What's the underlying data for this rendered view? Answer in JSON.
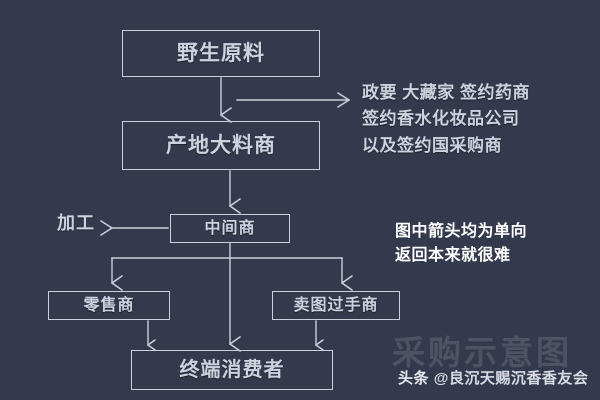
{
  "diagram": {
    "title": "采购示意图",
    "background_color": "#333a4d",
    "line_color": "#c9cfdc",
    "text_color": "#ccd2de",
    "highlight_text_color": "#ffffff",
    "nodes": {
      "wild_material": "野生原料",
      "origin_wholesaler": "产地大料商",
      "middleman": "中间商",
      "retailer": "零售商",
      "photo_flipper": "卖图过手商",
      "end_consumer": "终端消费者"
    },
    "labels": {
      "processing": "加工"
    },
    "buyers_note": {
      "line1": "政要 大藏家 签约药商",
      "line2": "签约香水化妆品公司",
      "line3": "以及签约国采购商"
    },
    "arrow_note": {
      "line1": "图中箭头均为单向",
      "line2": "返回本来就很难"
    },
    "watermark": {
      "main": "采购示意图",
      "platform": "头条",
      "handle": "@良沉天赐沉香香友会"
    }
  }
}
